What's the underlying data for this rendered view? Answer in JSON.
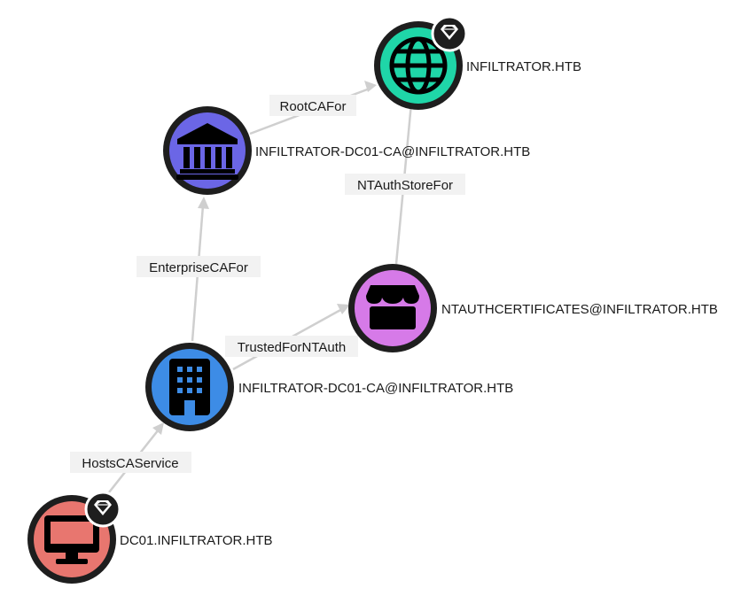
{
  "colors": {
    "domain": "#1fd6a8",
    "enterprise_ca": "#6b66e6",
    "nt_auth_store": "#d67ae8",
    "computer_service": "#3d8ce6",
    "computer": "#e8766f",
    "edge": "#cfcfcf",
    "node_border": "#1e1e1e"
  },
  "nodes": {
    "domain": {
      "label": "INFILTRATOR.HTB",
      "icon": "globe-icon",
      "tier_zero": true
    },
    "root_ca": {
      "label": "INFILTRATOR-DC01-CA@INFILTRATOR.HTB",
      "icon": "landmark-icon",
      "tier_zero": false
    },
    "ntauth_store": {
      "label": "NTAUTHCERTIFICATES@INFILTRATOR.HTB",
      "icon": "store-icon",
      "tier_zero": false
    },
    "enterprise_ca": {
      "label": "INFILTRATOR-DC01-CA@INFILTRATOR.HTB",
      "icon": "building-icon",
      "tier_zero": false
    },
    "computer": {
      "label": "DC01.INFILTRATOR.HTB",
      "icon": "desktop-icon",
      "tier_zero": true
    }
  },
  "edges": {
    "root_ca_for": {
      "label": "RootCAFor",
      "from": "INFILTRATOR-DC01-CA@INFILTRATOR.HTB",
      "to": "INFILTRATOR.HTB"
    },
    "ntauth_store_for": {
      "label": "NTAuthStoreFor",
      "from": "NTAUTHCERTIFICATES@INFILTRATOR.HTB",
      "to": "INFILTRATOR.HTB"
    },
    "enterprise_ca_for": {
      "label": "EnterpriseCAFor",
      "from": "INFILTRATOR-DC01-CA@INFILTRATOR.HTB",
      "to": "INFILTRATOR-DC01-CA@INFILTRATOR.HTB"
    },
    "trusted_for_ntauth": {
      "label": "TrustedForNTAuth",
      "from": "INFILTRATOR-DC01-CA@INFILTRATOR.HTB",
      "to": "NTAUTHCERTIFICATES@INFILTRATOR.HTB"
    },
    "hosts_ca_service": {
      "label": "HostsCAService",
      "from": "DC01.INFILTRATOR.HTB",
      "to": "INFILTRATOR-DC01-CA@INFILTRATOR.HTB"
    }
  },
  "badge_icon": "gem-icon"
}
